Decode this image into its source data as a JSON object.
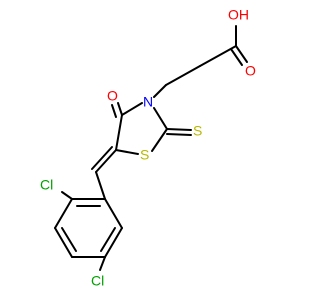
{
  "colors": {
    "background": "#ffffff",
    "bond": "#000000",
    "oxygen": "#ff0000",
    "sulfur": "#b8b800",
    "chlorine": "#00a000",
    "nitrogen": "#0000ff"
  },
  "atoms": {
    "hydroxyl": "OH",
    "carbonyl_oxygen_acid": "O",
    "carbonyl_oxygen_ring": "O",
    "ring_nitrogen": "N",
    "ring_sulfur": "S",
    "thione_sulfur": "S",
    "chlorine_ortho": "Cl",
    "chlorine_para": "Cl"
  }
}
